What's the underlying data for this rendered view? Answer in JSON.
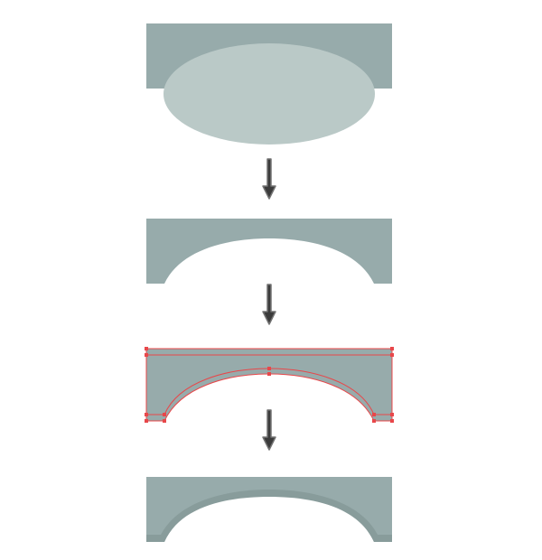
{
  "colors": {
    "background": "#ffffff",
    "arch_fill": "#97abab",
    "ellipse_fill": "#bac9c7",
    "arch_shadow": "#889c9b",
    "selection_stroke": "#e8474a",
    "arrow_fill": "#3b3b3b",
    "arrow_stroke": "#727272"
  },
  "steps": [
    {
      "id": "step-1",
      "description_icon": "rectangle-with-ellipse-overlap-icon"
    },
    {
      "id": "step-2",
      "description_icon": "arch-cutout-icon"
    },
    {
      "id": "step-3",
      "description_icon": "arch-path-selected-icon"
    },
    {
      "id": "step-4",
      "description_icon": "arch-with-inner-shadow-icon"
    }
  ],
  "arrows": [
    {
      "id": "arrow-1",
      "icon": "arrow-down-icon"
    },
    {
      "id": "arrow-2",
      "icon": "arrow-down-icon"
    },
    {
      "id": "arrow-3",
      "icon": "arrow-down-icon"
    }
  ]
}
